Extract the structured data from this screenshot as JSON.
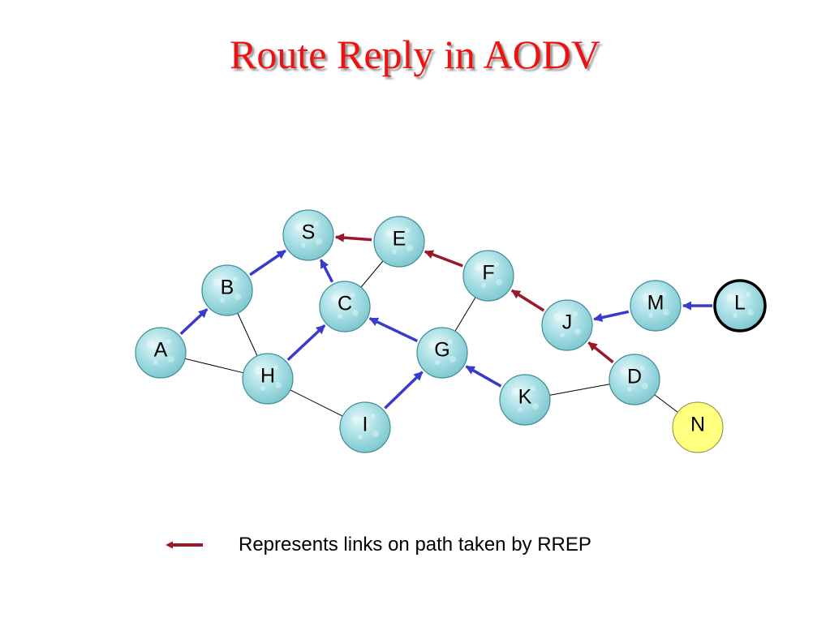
{
  "title": "Route Reply in AODV",
  "nodes": [
    {
      "id": "S",
      "label": "S",
      "style": "bubble"
    },
    {
      "id": "E",
      "label": "E",
      "style": "bubble"
    },
    {
      "id": "F",
      "label": "F",
      "style": "bubble"
    },
    {
      "id": "B",
      "label": "B",
      "style": "bubble"
    },
    {
      "id": "C",
      "label": "C",
      "style": "bubble"
    },
    {
      "id": "M",
      "label": "M",
      "style": "bubble"
    },
    {
      "id": "L",
      "label": "L",
      "style": "bubble-bold"
    },
    {
      "id": "J",
      "label": "J",
      "style": "bubble"
    },
    {
      "id": "A",
      "label": "A",
      "style": "bubble"
    },
    {
      "id": "G",
      "label": "G",
      "style": "bubble"
    },
    {
      "id": "H",
      "label": "H",
      "style": "bubble"
    },
    {
      "id": "D",
      "label": "D",
      "style": "bubble"
    },
    {
      "id": "K",
      "label": "K",
      "style": "bubble"
    },
    {
      "id": "I",
      "label": "I",
      "style": "bubble"
    },
    {
      "id": "N",
      "label": "N",
      "style": "yellow"
    }
  ],
  "edges": [
    {
      "from": "E",
      "to": "C",
      "kind": "plain"
    },
    {
      "from": "B",
      "to": "H",
      "kind": "plain"
    },
    {
      "from": "A",
      "to": "H",
      "kind": "plain"
    },
    {
      "from": "H",
      "to": "I",
      "kind": "plain"
    },
    {
      "from": "F",
      "to": "G",
      "kind": "plain"
    },
    {
      "from": "K",
      "to": "D",
      "kind": "plain"
    },
    {
      "from": "D",
      "to": "N",
      "kind": "plain"
    },
    {
      "from": "A",
      "to": "B",
      "kind": "rreq"
    },
    {
      "from": "B",
      "to": "S",
      "kind": "rreq"
    },
    {
      "from": "C",
      "to": "S",
      "kind": "rreq"
    },
    {
      "from": "H",
      "to": "C",
      "kind": "rreq"
    },
    {
      "from": "G",
      "to": "C",
      "kind": "rreq"
    },
    {
      "from": "I",
      "to": "G",
      "kind": "rreq"
    },
    {
      "from": "K",
      "to": "G",
      "kind": "rreq"
    },
    {
      "from": "M",
      "to": "J",
      "kind": "rreq"
    },
    {
      "from": "L",
      "to": "M",
      "kind": "rreq"
    },
    {
      "from": "E",
      "to": "S",
      "kind": "rrep"
    },
    {
      "from": "F",
      "to": "E",
      "kind": "rrep"
    },
    {
      "from": "J",
      "to": "F",
      "kind": "rrep"
    },
    {
      "from": "D",
      "to": "J",
      "kind": "rrep"
    }
  ],
  "legend": {
    "text": "Represents links on path taken by RREP"
  },
  "colors": {
    "title": "#ee1111",
    "rrep": "#99182b",
    "rreq": "#3a3acc",
    "plain_link": "#000000",
    "bubble_fill": "#a3dde3",
    "yellow_fill": "#ffff80"
  }
}
